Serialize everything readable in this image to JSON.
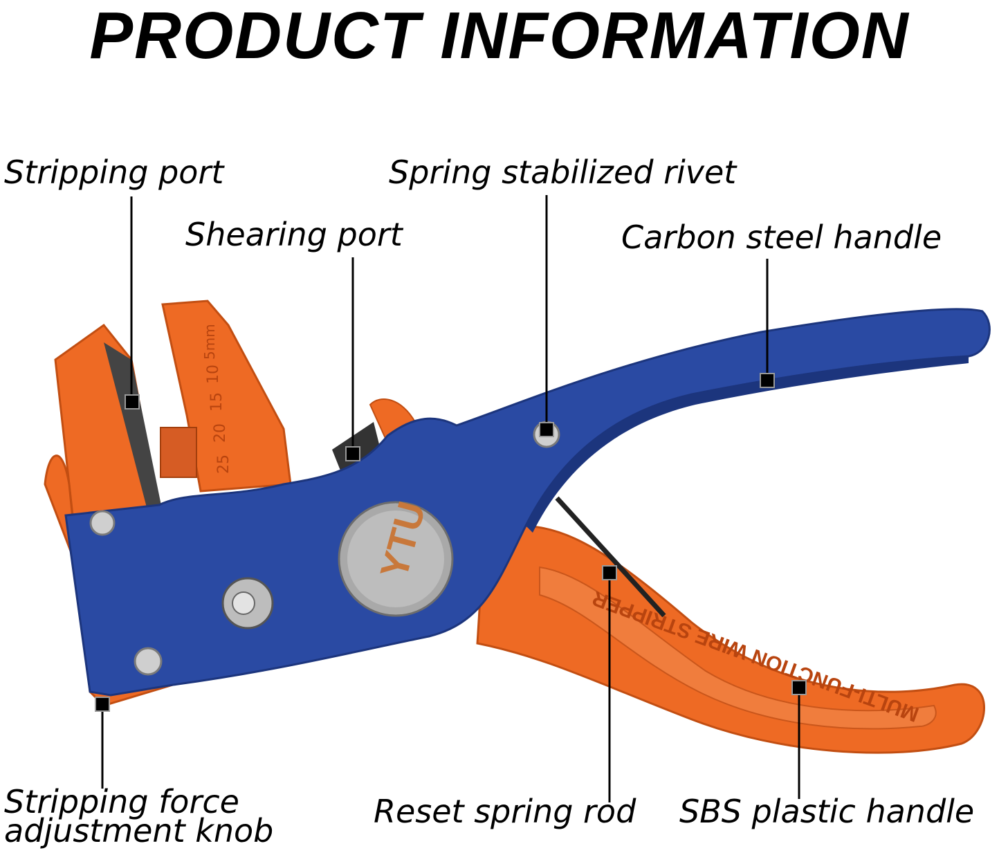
{
  "title": "PRODUCT INFORMATION",
  "labels": {
    "stripping_port": "Stripping port",
    "spring_rivet": "Spring stabilized rivet",
    "shearing_port": "Shearing port",
    "carbon_handle": "Carbon steel handle",
    "adjustment_knob_line1": "Stripping force",
    "adjustment_knob_line2": "adjustment knob",
    "reset_spring": "Reset spring rod",
    "sbs_handle": "SBS plastic handle"
  },
  "tool_markings": {
    "scale_values": [
      "25",
      "20",
      "15",
      "10",
      "5mm"
    ],
    "handle_text": "MULTI-FUNCTION WIRE STRIPPER",
    "logo": "YTU"
  },
  "colors": {
    "orange": "#ee6a24",
    "blue": "#2a4aa3",
    "blue_dark": "#1c357d",
    "metal": "#b9b9b9"
  }
}
